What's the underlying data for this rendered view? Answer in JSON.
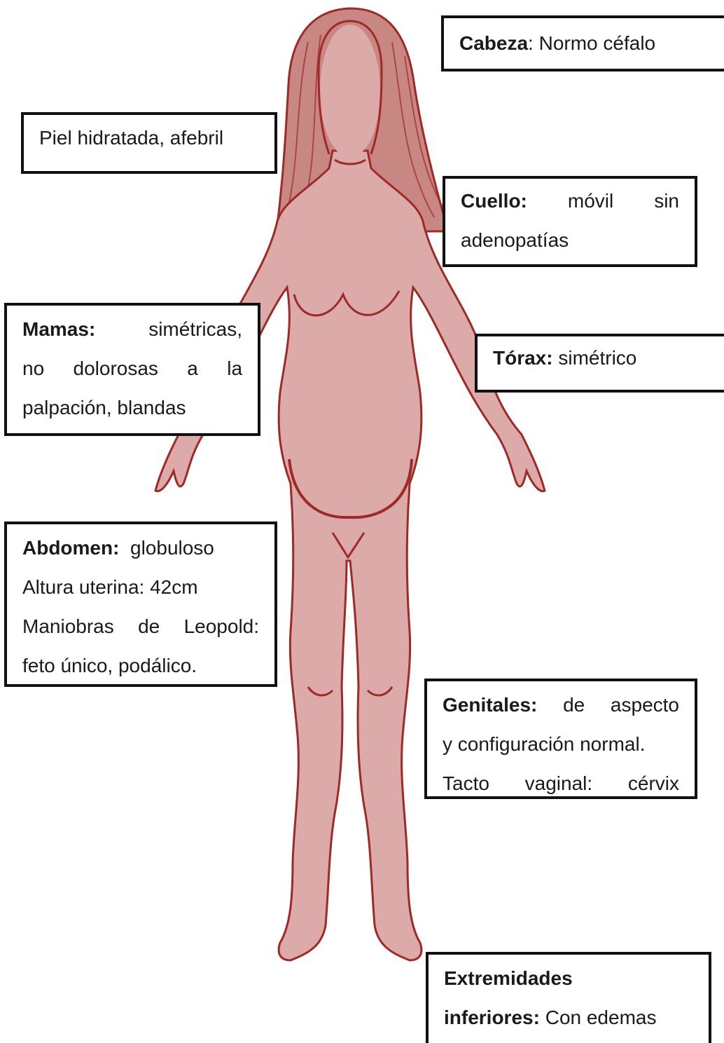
{
  "colors": {
    "body_fill": "#dcaaa9",
    "body_outline": "#9e2a28",
    "hair": "#c98784",
    "box_border": "#111111"
  },
  "annotations": {
    "cabeza": {
      "label": "Cabeza",
      "text": ": Normo céfalo"
    },
    "piel": {
      "text": "Piel hidratada, afebril"
    },
    "cuello": {
      "label": "Cuello:",
      "line1_rest": [
        "móvil",
        "sin"
      ],
      "line2": "adenopatías"
    },
    "mamas": {
      "label": "Mamas:",
      "line1_rest": "simétricas,",
      "line2_words": [
        "no",
        "dolorosas",
        "a",
        "la"
      ],
      "line3": "palpación, blandas"
    },
    "torax": {
      "label": "Tórax:",
      "text": " simétrico"
    },
    "abdomen": {
      "label": "Abdomen:",
      "line1_rest": "globuloso",
      "line2": "Altura uterina: 42cm",
      "line3_words": [
        "Maniobras",
        "de",
        "Leopold:"
      ],
      "line4": "feto único, podálico."
    },
    "genitales": {
      "label": "Genitales:",
      "line1_words": [
        "de",
        "aspecto"
      ],
      "line2": "y configuración normal.",
      "line3_words": [
        "Tacto",
        "vaginal:",
        "cérvix"
      ]
    },
    "extremidades": {
      "label_line1": "Extremidades",
      "label_line2": "inferiores:",
      "rest": " Con edemas"
    }
  }
}
